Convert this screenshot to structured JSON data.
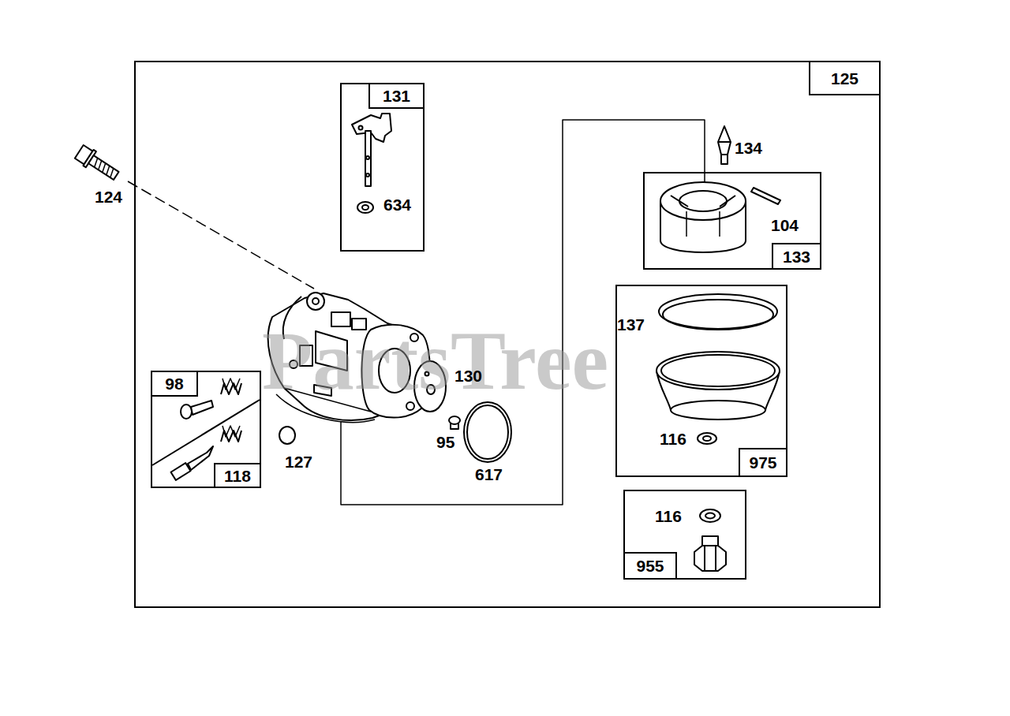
{
  "diagram": {
    "nodes": [
      {
        "text": [
          "125"
        ]
      },
      {
        "text": [
          "131",
          "634"
        ],
        "in": 0
      },
      {
        "text": [
          "104",
          "133"
        ],
        "in": 0
      },
      {
        "text": [
          "137",
          "116",
          "975"
        ],
        "in": 0
      },
      {
        "text": [
          "98",
          "118"
        ],
        "in": 0
      },
      {
        "text": [
          "116",
          "955"
        ],
        "in": 0
      }
    ],
    "labels": [
      "PartsTree",
      "124",
      "127",
      "130",
      "95",
      "617",
      "134"
    ]
  }
}
